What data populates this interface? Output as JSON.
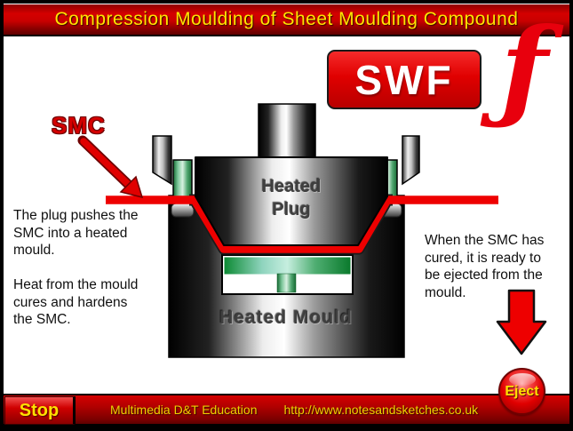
{
  "header": {
    "title": "Compression Moulding of Sheet Moulding Compound"
  },
  "swf": {
    "badge_label": "SWF",
    "flash_glyph": "ƒ"
  },
  "diagram": {
    "smc_label": "SMC",
    "plug_label": "Heated\nPlug",
    "mould_label": "Heated Mould",
    "colors": {
      "smc_sheet_red": "#ee0000",
      "ejector_green": "#2f8f4f",
      "arrow_red": "#e00000"
    }
  },
  "captions": {
    "left": "The plug pushes the\nSMC into a heated\nmould.\n\nHeat from the mould\ncures and hardens\nthe SMC.",
    "right": "When the SMC has\ncured, it is ready to\nbe ejected from the\nmould."
  },
  "controls": {
    "stop_label": "Stop",
    "eject_label": "Eject"
  },
  "footer": {
    "credit": "Multimedia D&T Education",
    "url": "http://www.notesandsketches.co.uk"
  },
  "theme": {
    "bar_red": "#c00000",
    "text_yellow": "#ffe400"
  }
}
